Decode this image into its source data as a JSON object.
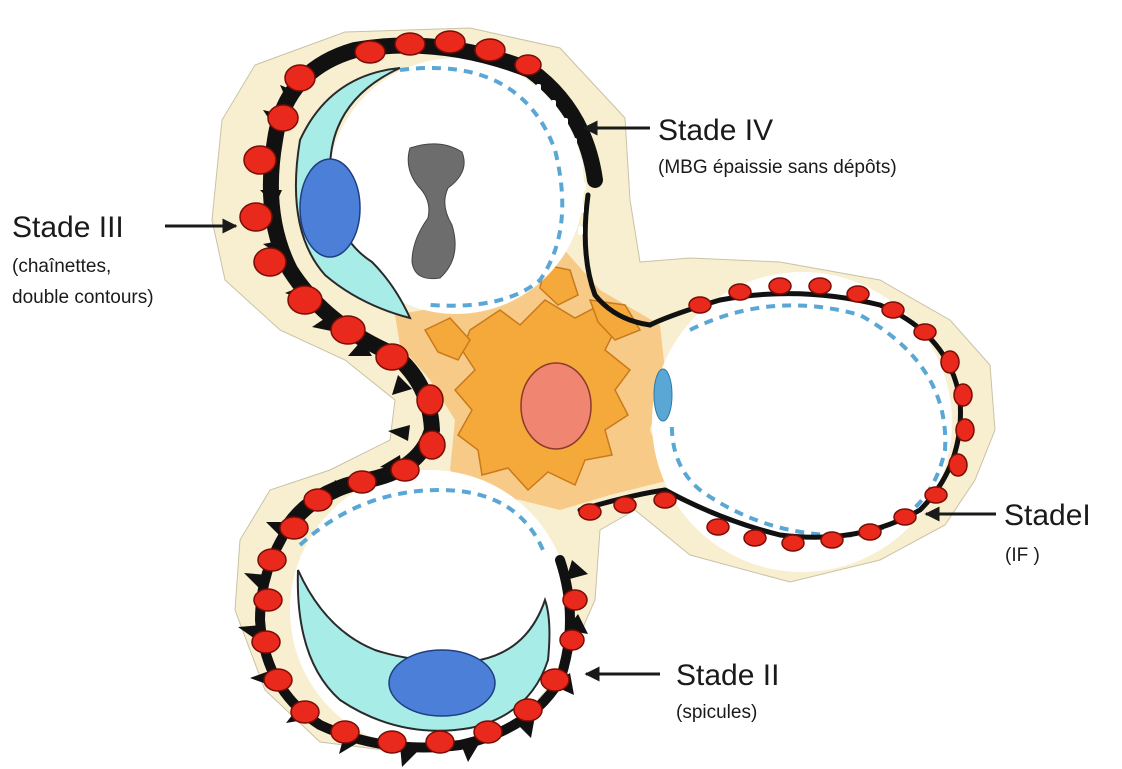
{
  "colors": {
    "background": "#ffffff",
    "capsule": "#f7efcf",
    "gbm": "#111111",
    "podocyte_red": "#e8291c",
    "podocyte_red_edge": "#7a0c06",
    "endothelium_dash": "#5aa7d6",
    "cyan_cell": "#a8ece8",
    "blue_nucleus": "#4b7fd8",
    "mesangium": "#f7c47a",
    "mesangial_cell": "#f4a93a",
    "mesangial_nucleus": "#f08672",
    "erythrocyte": "#6d6d6d"
  },
  "labels": {
    "stage4": {
      "title": "Stade IV",
      "subtitle": "(MBG épaissie sans dépôts)"
    },
    "stage3": {
      "title": "Stade III",
      "subtitle_line1": "(chaînettes,",
      "subtitle_line2": "double contours)"
    },
    "stage1": {
      "title": "StadeI",
      "subtitle": "(IF   )"
    },
    "stage2": {
      "title": "Stade II",
      "subtitle": "(spicules)"
    }
  }
}
